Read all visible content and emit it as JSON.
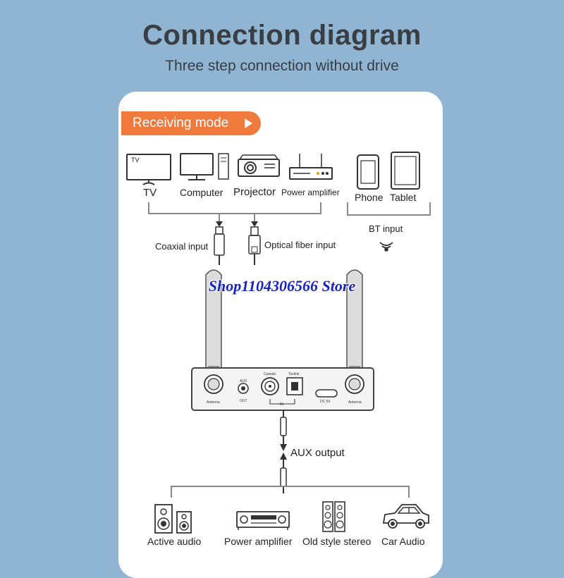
{
  "header": {
    "title": "Connection diagram",
    "subtitle": "Three step connection without drive"
  },
  "mode": {
    "label": "Receiving mode"
  },
  "sources": [
    {
      "label": "TV",
      "icon": "tv-icon"
    },
    {
      "label": "Computer",
      "icon": "computer-icon"
    },
    {
      "label": "Projector",
      "icon": "projector-icon"
    },
    {
      "label": "Power amplifier",
      "icon": "power-amplifier-icon"
    }
  ],
  "bt_sources": [
    {
      "label": "Phone",
      "icon": "phone-icon"
    },
    {
      "label": "Tablet",
      "icon": "tablet-icon"
    }
  ],
  "inputs": {
    "coaxial": "Coaxial input",
    "optical": "Optical fiber input",
    "bt": "BT input"
  },
  "watermark": "Shop1104306566 Store",
  "device": {
    "antenna_left": "Antenna",
    "aux": "AUX",
    "out": "OUT",
    "coaxial": "Coaxial",
    "toslink": "Toslink",
    "in": "IN",
    "dc": "DC 5V",
    "antenna_right": "Antenna"
  },
  "aux_output": "AUX output",
  "outputs": [
    {
      "label": "Active audio",
      "icon": "speaker-icon"
    },
    {
      "label": "Power amplifier",
      "icon": "amplifier-icon"
    },
    {
      "label": "Old style stereo",
      "icon": "stereo-icon"
    },
    {
      "label": "Car Audio",
      "icon": "car-icon"
    }
  ]
}
